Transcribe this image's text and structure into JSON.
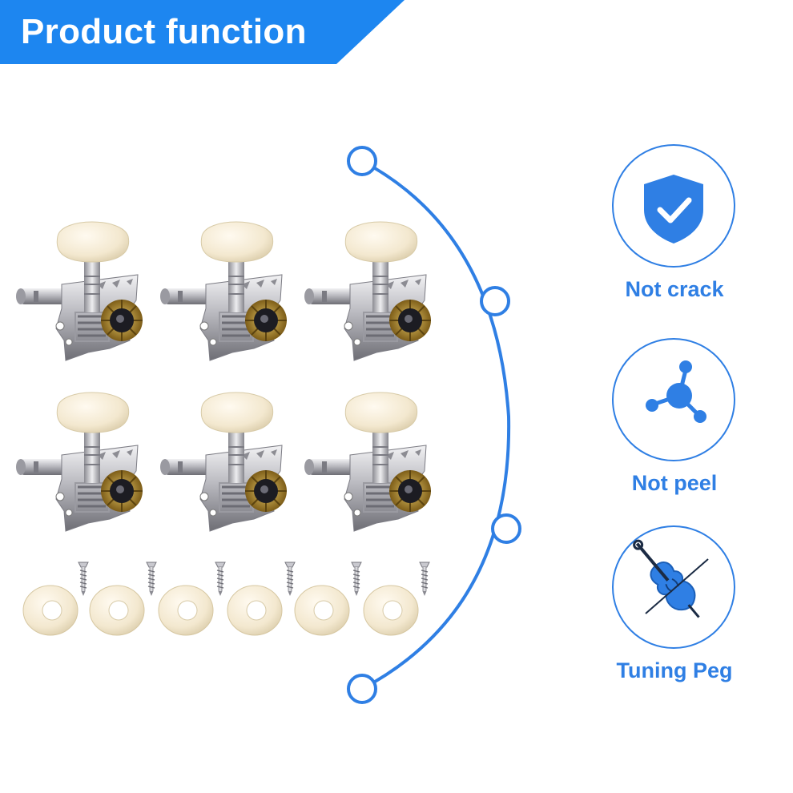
{
  "banner": {
    "title": "Product function",
    "color": "#1d86f0"
  },
  "product": {
    "tuners_count": 6,
    "screws_count": 6,
    "washers_count": 6,
    "button_color": "#f4ead4",
    "metal_color": "#c8c8cc"
  },
  "timeline": {
    "color": "#2f7fe4",
    "nodes": 4
  },
  "features": [
    {
      "label": "Not crack",
      "icon": "shield-check-icon"
    },
    {
      "label": "Not peel",
      "icon": "molecule-icon"
    },
    {
      "label": "Tuning Peg",
      "icon": "violin-icon"
    }
  ],
  "accent": "#2f7fe4"
}
